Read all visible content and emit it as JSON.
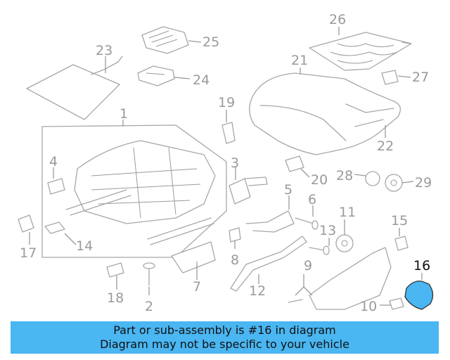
{
  "diagram": {
    "callouts": [
      "1",
      "2",
      "3",
      "4",
      "5",
      "6",
      "7",
      "8",
      "9",
      "10",
      "11",
      "12",
      "13",
      "14",
      "15",
      "16",
      "17",
      "18",
      "19",
      "20",
      "21",
      "22",
      "23",
      "24",
      "25",
      "26",
      "27",
      "28",
      "29"
    ],
    "highlighted_callout": "16",
    "highlight_color": "#4ab6f2",
    "line_color": "#a7a7a7"
  },
  "banner": {
    "line1": "Part or sub-assembly is #16 in diagram",
    "line2": "Diagram may not be specific to your vehicle",
    "background": "#4ab6f2"
  }
}
